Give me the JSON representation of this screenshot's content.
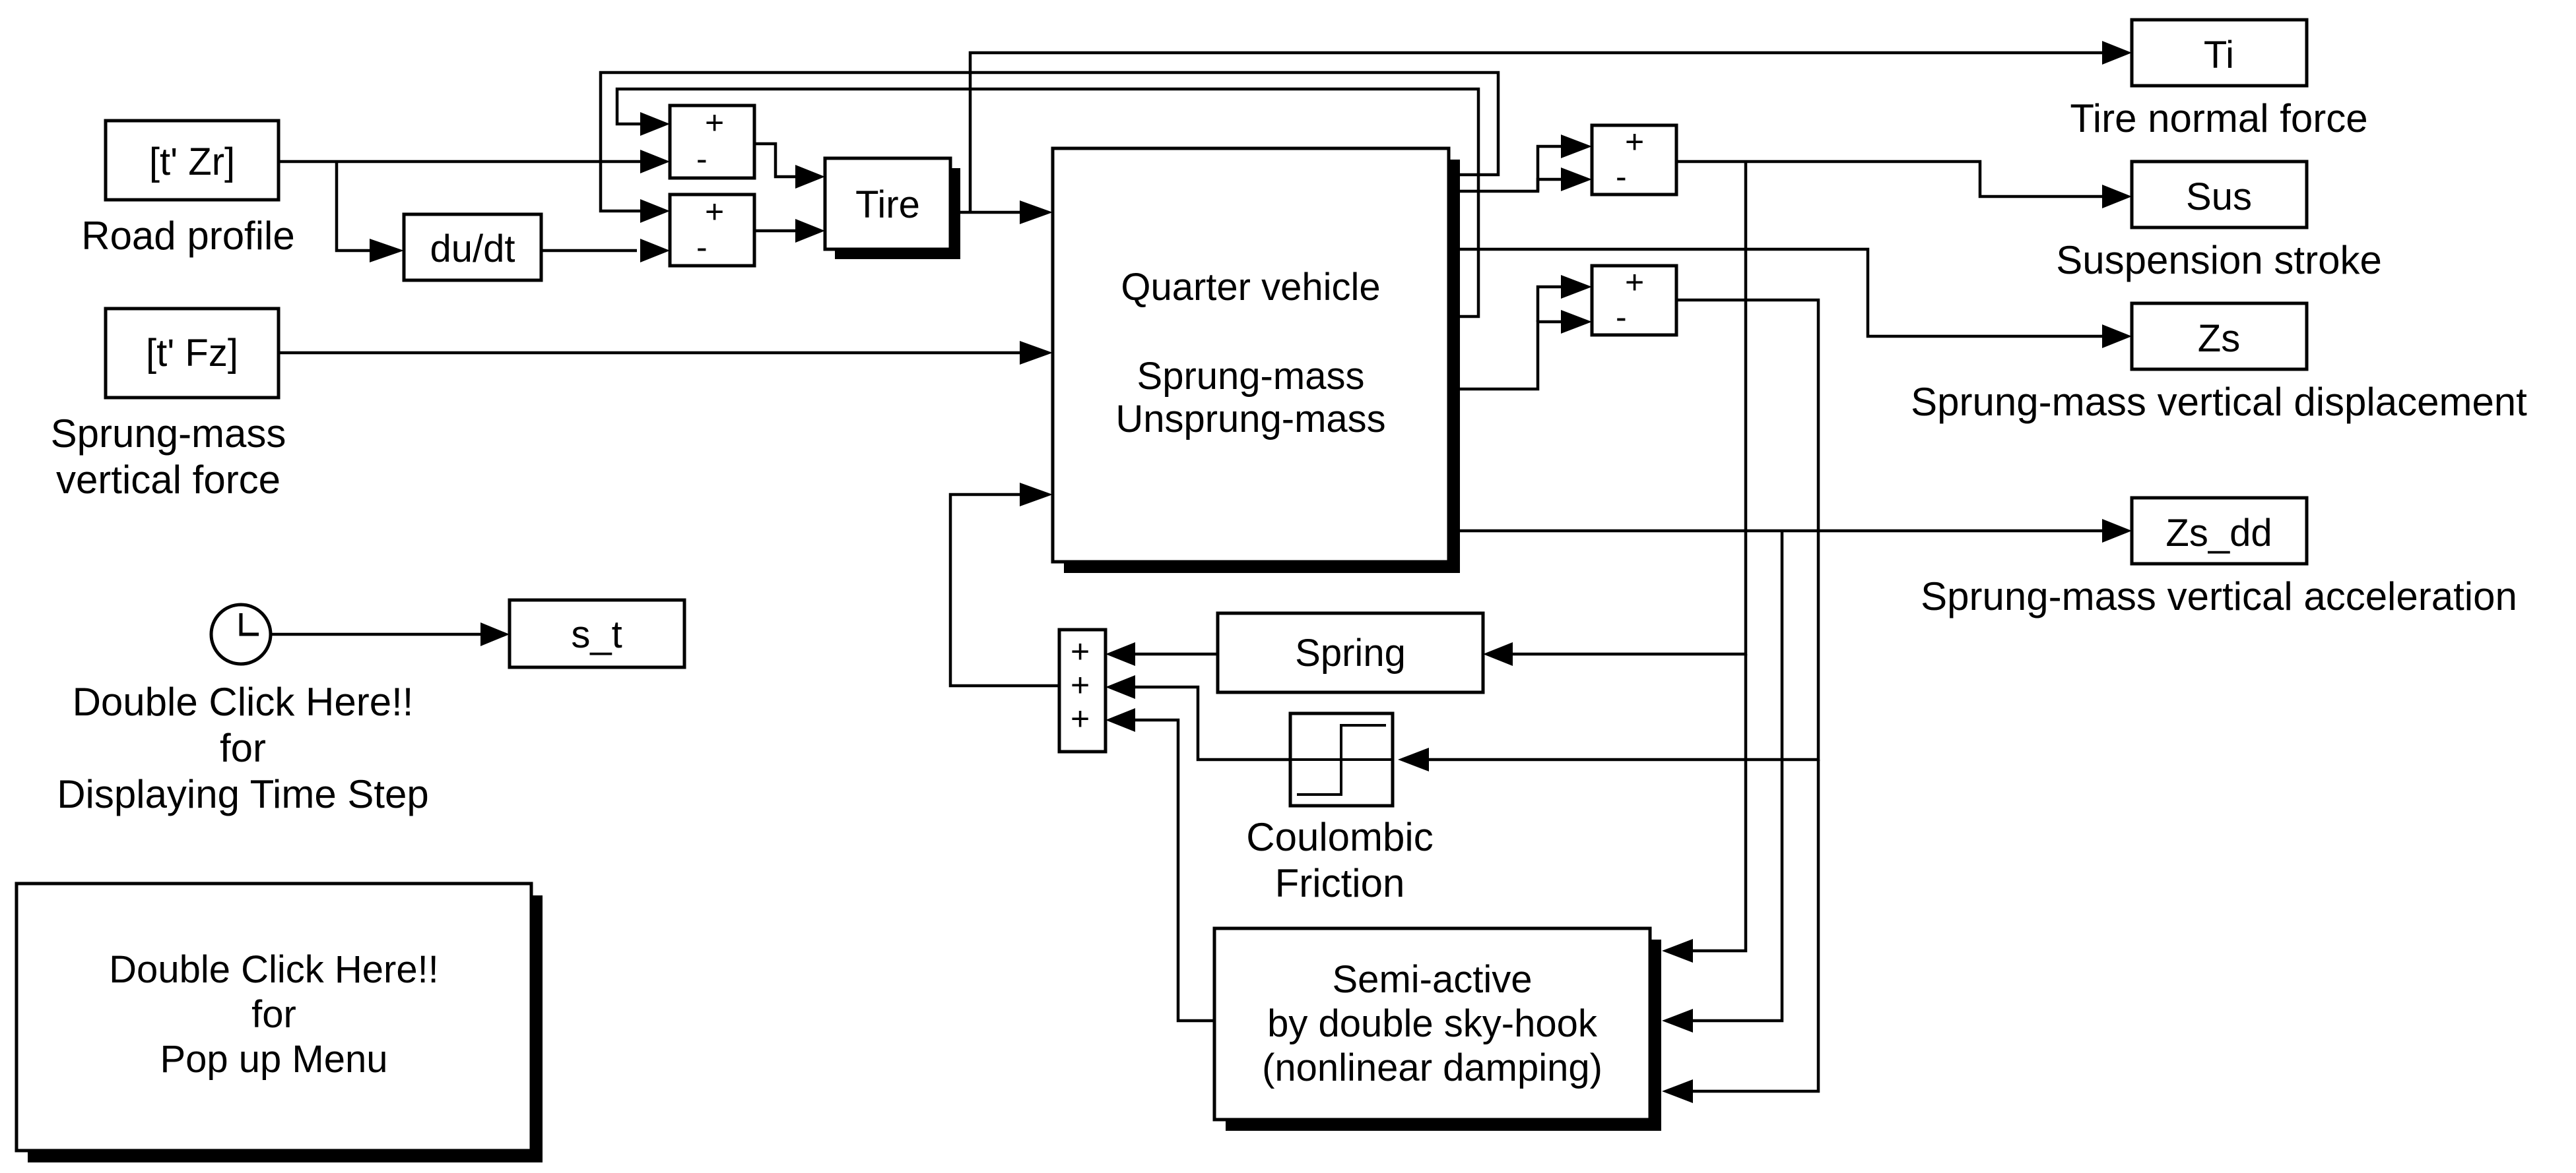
{
  "sources": {
    "road_profile": {
      "block": "[t' Zr]",
      "caption": "Road profile"
    },
    "sprung_force": {
      "block": "[t' Fz]",
      "caption_line1": "Sprung-mass",
      "caption_line2": "vertical force"
    },
    "derivative": "du/dt",
    "clock_caption": [
      "Double Click Here!!",
      "for",
      "Displaying Time Step"
    ],
    "clock_output": "s_t"
  },
  "blocks": {
    "tire": "Tire",
    "quarter_vehicle": [
      "Quarter vehicle",
      "Sprung-mass",
      "Unsprung-mass"
    ],
    "spring": "Spring",
    "coulombic": [
      "Coulombic",
      "Friction"
    ],
    "semi_active": [
      "Semi-active",
      "by double sky-hook",
      "(nonlinear damping)"
    ],
    "popup": [
      "Double Click Here!!",
      "for",
      "Pop up Menu"
    ]
  },
  "outputs": [
    {
      "block": "Ti",
      "caption": "Tire normal force"
    },
    {
      "block": "Sus",
      "caption": "Suspension stroke"
    },
    {
      "block": "Zs",
      "caption": "Sprung-mass vertical displacement"
    },
    {
      "block": "Zs_dd",
      "caption": "Sprung-mass vertical acceleration"
    }
  ],
  "signs": {
    "plus": "+",
    "minus": "-"
  }
}
